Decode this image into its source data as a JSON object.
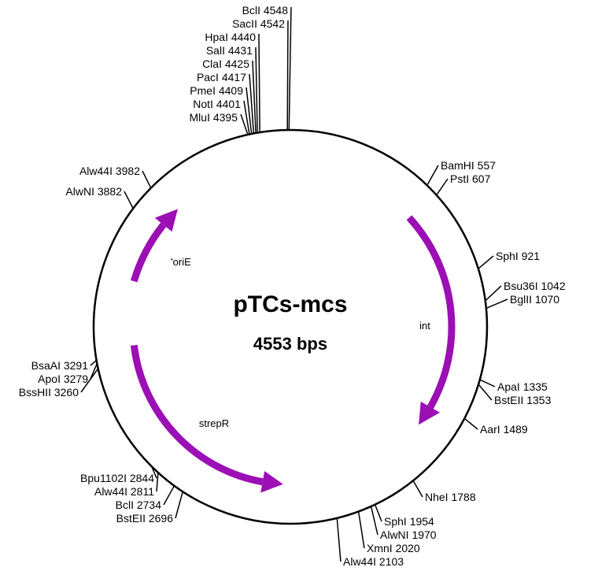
{
  "plasmid": {
    "name": "pTCs-mcs",
    "size_label": "4553 bps",
    "length": 4553
  },
  "colors": {
    "feature": "#9b0fb5",
    "backbone": "#000000"
  },
  "features": [
    {
      "name": "int",
      "start": 600,
      "end": 1610,
      "direction": "cw"
    },
    {
      "name": "strepR",
      "start": 2310,
      "end": 3330,
      "direction": "ccw"
    },
    {
      "name": "'oriE",
      "start": 3620,
      "end": 4000,
      "direction": "cw"
    }
  ],
  "sites": [
    {
      "label": "BclI 4548",
      "pos": 4548
    },
    {
      "label": "SacII 4542",
      "pos": 4542
    },
    {
      "label": "HpaI 4440",
      "pos": 4440
    },
    {
      "label": "SalI 4431",
      "pos": 4431
    },
    {
      "label": "ClaI 4425",
      "pos": 4425
    },
    {
      "label": "PacI 4417",
      "pos": 4417
    },
    {
      "label": "PmeI 4409",
      "pos": 4409
    },
    {
      "label": "NotI 4401",
      "pos": 4401
    },
    {
      "label": "MluI 4395",
      "pos": 4395
    },
    {
      "label": "BamHI 557",
      "pos": 557
    },
    {
      "label": "PstI 607",
      "pos": 607
    },
    {
      "label": "SphI 921",
      "pos": 921
    },
    {
      "label": "Bsu36I 1042",
      "pos": 1042
    },
    {
      "label": "BglII 1070",
      "pos": 1070
    },
    {
      "label": "ApaI 1335",
      "pos": 1335
    },
    {
      "label": "BstEII 1353",
      "pos": 1353
    },
    {
      "label": "AarI 1489",
      "pos": 1489
    },
    {
      "label": "NheI 1788",
      "pos": 1788
    },
    {
      "label": "SphI 1954",
      "pos": 1954
    },
    {
      "label": "AlwNI 1970",
      "pos": 1970
    },
    {
      "label": "XmnI 2020",
      "pos": 2020
    },
    {
      "label": "Alw44I 2103",
      "pos": 2103
    },
    {
      "label": "Alw44I 3982",
      "pos": 3982
    },
    {
      "label": "AlwNI 3882",
      "pos": 3882
    },
    {
      "label": "BsaAI 3291",
      "pos": 3291
    },
    {
      "label": "ApoI 3279",
      "pos": 3279
    },
    {
      "label": "BssHII 3260",
      "pos": 3260
    },
    {
      "label": "Bpu1102I 2844",
      "pos": 2844
    },
    {
      "label": "Alw44I 2811",
      "pos": 2811
    },
    {
      "label": "BclI 2734",
      "pos": 2734
    },
    {
      "label": "BstEII 2696",
      "pos": 2696
    }
  ]
}
